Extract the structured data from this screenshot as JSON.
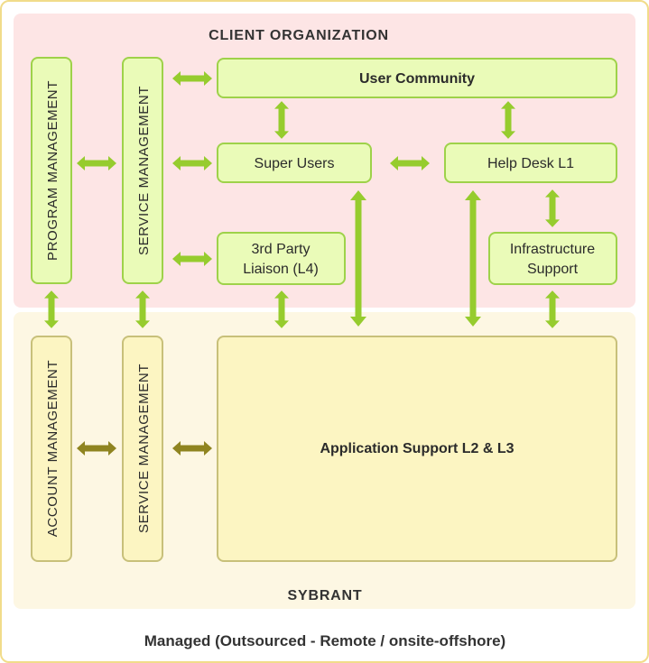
{
  "titles": {
    "client": "CLIENT ORGANIZATION",
    "vendor": "SYBRANT",
    "caption": "Managed (Outsourced - Remote / onsite-offshore)"
  },
  "boxes": {
    "program_management": "PROGRAM MANAGEMENT",
    "service_management_client": "SERVICE MANAGEMENT",
    "user_community": "User Community",
    "super_users": "Super Users",
    "help_desk": "Help Desk L1",
    "third_party_line1": "3rd Party",
    "third_party_line2": "Liaison (L4)",
    "infrastructure_line1": "Infrastructure",
    "infrastructure_line2": "Support",
    "account_management": "ACCOUNT MANAGEMENT",
    "service_management_vendor": "SERVICE MANAGEMENT",
    "application_support": "Application Support L2 & L3"
  },
  "colors": {
    "outer_border": "#f1dc8a",
    "client_bg": "#fde5e5",
    "vendor_bg": "#fdf7e3",
    "green_box_fill": "#eafbb8",
    "green_box_stroke": "#9ed24a",
    "yellow_box_fill": "#fcf5c2",
    "yellow_box_stroke": "#c8c07a",
    "arrow_green": "#96cc2e",
    "arrow_olive": "#8f8420"
  }
}
